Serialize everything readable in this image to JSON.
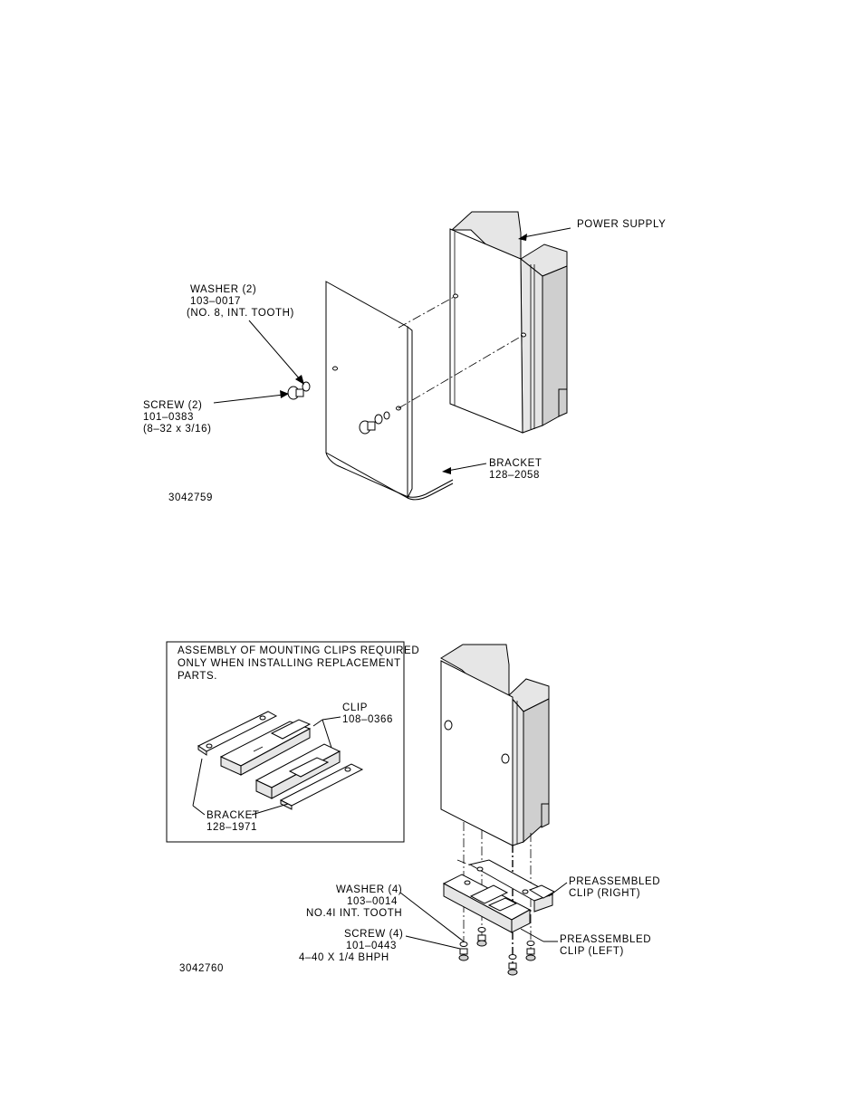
{
  "figure_top": {
    "id": "3042759",
    "power_supply_label": "POWER SUPPLY",
    "washer": {
      "line1": "WASHER (2)",
      "line2": "103–0017",
      "line3": "(NO. 8, INT. TOOTH)"
    },
    "screw": {
      "line1": "SCREW (2)",
      "line2": "101–0383",
      "line3": "(8–32 x 3/16)"
    },
    "bracket": {
      "line1": "BRACKET",
      "line2": "128–2058"
    }
  },
  "figure_bottom": {
    "id": "3042760",
    "note": {
      "line1": "ASSEMBLY OF MOUNTING CLIPS REQUIRED",
      "line2": "ONLY WHEN INSTALLING REPLACEMENT",
      "line3": "PARTS."
    },
    "clip": {
      "line1": "CLIP",
      "line2": "108–0366"
    },
    "bracket": {
      "line1": "BRACKET",
      "line2": "128–1971"
    },
    "washer": {
      "line1": "WASHER (4)",
      "line2": "103–0014",
      "line3": "NO.4I INT. TOOTH"
    },
    "screw": {
      "line1": "SCREW (4)",
      "line2": "101–0443",
      "line3": "4–40 X 1/4 BHPH"
    },
    "clip_right": {
      "line1": "PREASSEMBLED",
      "line2": "CLIP (RIGHT)"
    },
    "clip_left": {
      "line1": "PREASSEMBLED",
      "line2": "CLIP (LEFT)"
    }
  }
}
